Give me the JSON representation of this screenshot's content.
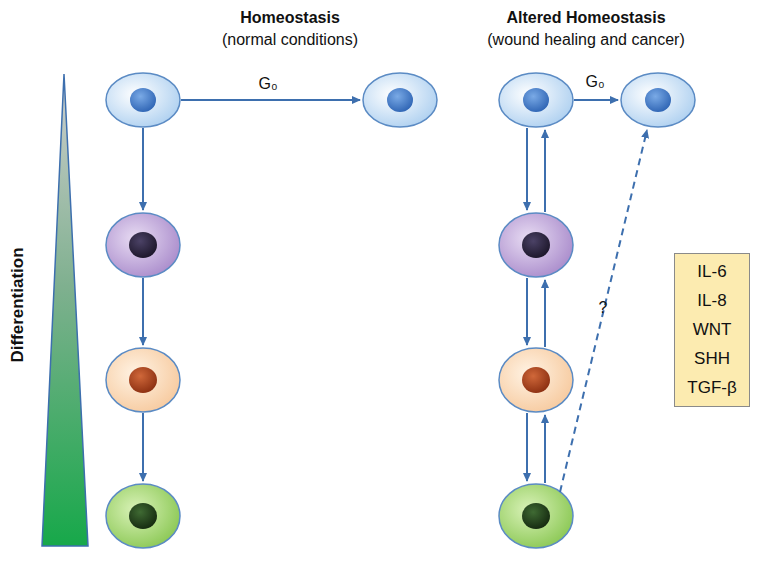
{
  "diagram": {
    "nodes": [
      {
        "text": [
          "IL-6",
          "IL-8",
          "WNT",
          "SHH",
          "TGF-β"
        ]
      }
    ],
    "labels": [
      "Homeostasis",
      "(normal conditions)",
      "Altered Homeostasis",
      "(wound healing and cancer)",
      "Differentiation",
      "G₀",
      "G₀",
      "?"
    ]
  }
}
